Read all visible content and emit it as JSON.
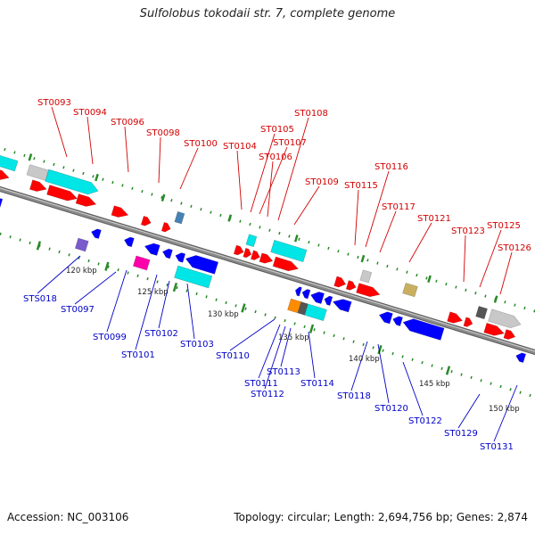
{
  "title": "Sulfolobus tokodaii str. 7, complete genome",
  "footer": {
    "accession": "Accession: NC_003106",
    "summary": "Topology: circular; Length: 2,694,756 bp; Genes: 2,874"
  },
  "colors": {
    "backbone": "#8a8a8a",
    "tick": "#2a8a2a",
    "forward_label": "#d40000",
    "reverse_label": "#0000c8",
    "gene_red": "#ff0000",
    "gene_blue": "#0000ff",
    "gene_cyan": "#00e5e5",
    "gene_gray": "#c8c8c8",
    "gene_pink": "#ff00aa",
    "gene_orange": "#ff8c00",
    "gene_olive": "#c8b060",
    "gene_purple": "#7a5acc",
    "gene_steel": "#4682b4",
    "gene_darkgray": "#555555"
  },
  "scale_labels": [
    "120 kbp",
    "125 kbp",
    "130 kbp",
    "135 kbp",
    "140 kbp",
    "145 kbp",
    "150 kbp"
  ],
  "forward_genes": [
    "ST0093",
    "ST0094",
    "ST0096",
    "ST0098",
    "ST0100",
    "ST0104",
    "ST0105",
    "ST0107",
    "ST0106",
    "ST0108",
    "ST0109",
    "ST0115",
    "ST0116",
    "ST0117",
    "ST0121",
    "ST0123",
    "ST0125",
    "ST0126"
  ],
  "reverse_genes": [
    "STS018",
    "ST0097",
    "ST0099",
    "ST0101",
    "ST0102",
    "ST0103",
    "ST0110",
    "ST0111",
    "ST0112",
    "ST0113",
    "ST0114",
    "ST0118",
    "ST0120",
    "ST0122",
    "ST0129",
    "ST0131"
  ]
}
